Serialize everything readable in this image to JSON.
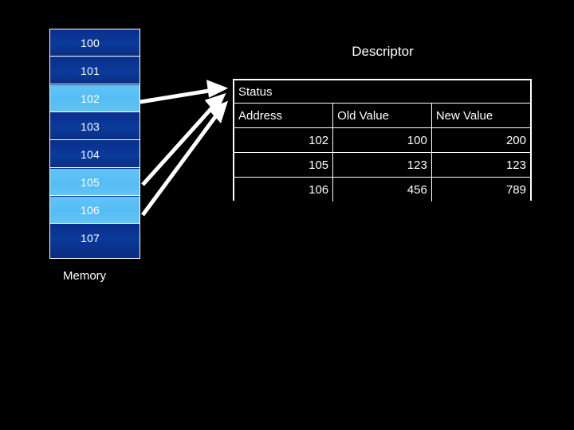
{
  "slide": {
    "background_color": "#000000"
  },
  "memory": {
    "label": "Memory",
    "cell_dark_color": "#0a3a9b",
    "cell_light_color": "#5bc0f4",
    "text_color": "#ffffff",
    "cells": [
      {
        "address": "100",
        "state": "dark"
      },
      {
        "address": "101",
        "state": "dark"
      },
      {
        "address": "102",
        "state": "light"
      },
      {
        "address": "103",
        "state": "dark"
      },
      {
        "address": "104",
        "state": "dark"
      },
      {
        "address": "105",
        "state": "light"
      },
      {
        "address": "106",
        "state": "light"
      },
      {
        "address": "107",
        "state": "dark"
      }
    ]
  },
  "descriptor": {
    "title": "Descriptor",
    "status_label": "Status",
    "columns": [
      "Address",
      "Old Value",
      "New Value"
    ],
    "rows": [
      {
        "address": "102",
        "old_value": "100",
        "new_value": "200"
      },
      {
        "address": "105",
        "old_value": "123",
        "new_value": "123"
      },
      {
        "address": "106",
        "old_value": "456",
        "new_value": "789"
      }
    ],
    "border_color": "#ffffff",
    "text_color": "#ffffff"
  },
  "arrows": {
    "color": "#ffffff",
    "count": 3,
    "connections": [
      {
        "from_cell": "102",
        "to": "descriptor-row-102"
      },
      {
        "from_cell": "105",
        "to": "descriptor-row-105"
      },
      {
        "from_cell": "106",
        "to": "descriptor-row-106"
      }
    ]
  }
}
